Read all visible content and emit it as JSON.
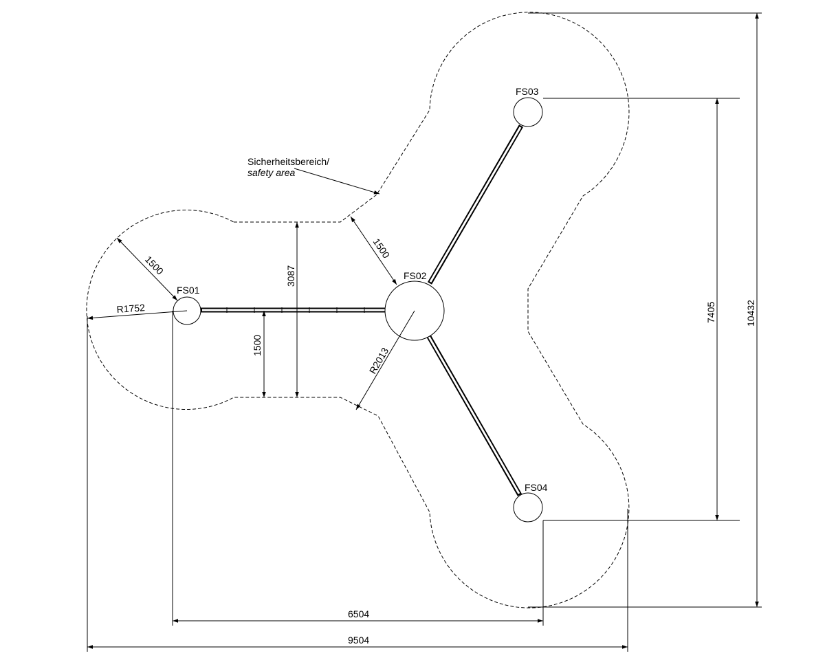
{
  "stations": {
    "fs01": "FS01",
    "fs02": "FS02",
    "fs03": "FS03",
    "fs04": "FS04"
  },
  "safety_area": {
    "line1": "Sicherheitsbereich/",
    "line2": "safety area"
  },
  "dimensions": {
    "radius_fs01": "R1752",
    "radius_fs02": "R2013",
    "offset_fs01": "1500",
    "offset_fs02": "1500",
    "offset_arm": "1500",
    "neck_width": "3087",
    "height_fs03_fs04": "7405",
    "total_height": "10432",
    "width_fs01_fs04": "6504",
    "total_width": "9504"
  }
}
